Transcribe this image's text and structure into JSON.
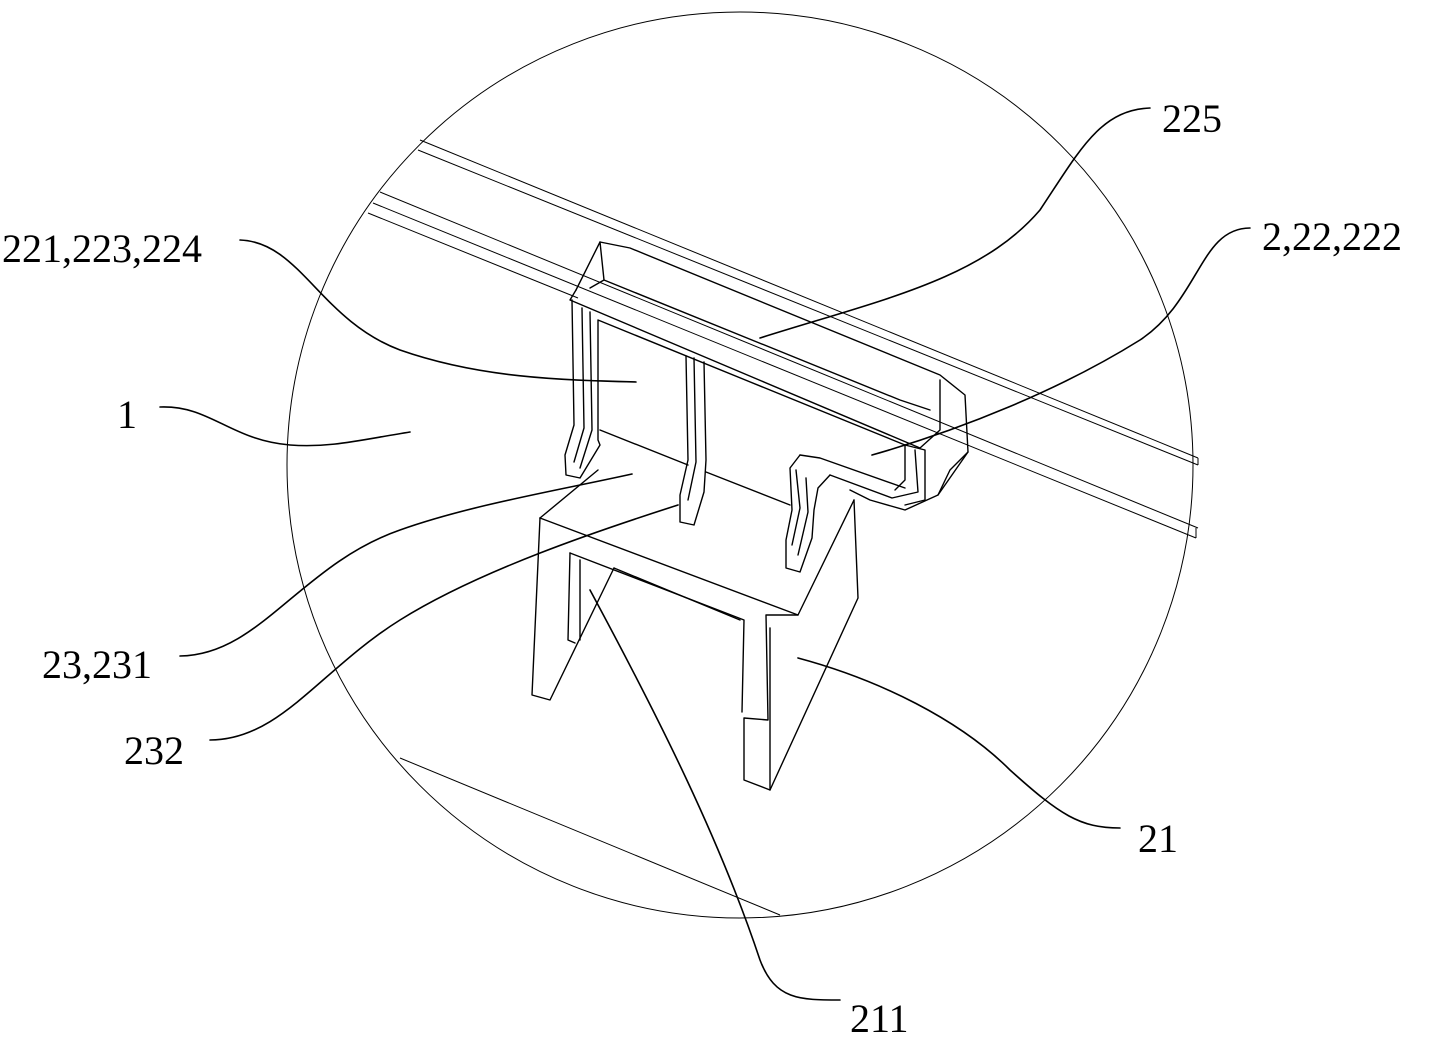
{
  "labels": {
    "l225": "225",
    "l2_22_222": "2,22,222",
    "l221_223_224": "221,223,224",
    "l1": "1",
    "l23_231": "23,231",
    "l232": "232",
    "l21": "21",
    "l211": "211"
  }
}
